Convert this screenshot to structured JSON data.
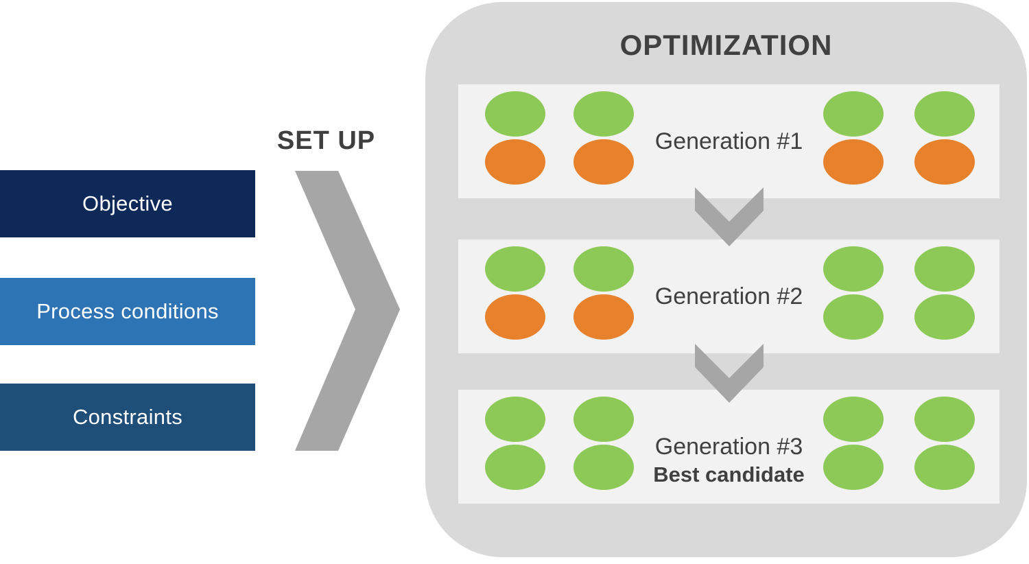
{
  "colors": {
    "background": "#ffffff",
    "panel_gray": "#d9d9d9",
    "row_bg": "#f2f2f2",
    "arrow_gray": "#a6a6a6",
    "green": "#8cc956",
    "orange": "#e8812c",
    "objective_navy": "#0e2858",
    "process_blue": "#2e74b5",
    "constraints_blue": "#1f4e79",
    "dark_text": "#404040",
    "white_text": "#ffffff"
  },
  "setup": {
    "label": "SET UP",
    "inputs": [
      {
        "id": "objective",
        "label": "Objective"
      },
      {
        "id": "process-conditions",
        "label": "Process conditions"
      },
      {
        "id": "constraints",
        "label": "Constraints"
      }
    ]
  },
  "optimization": {
    "title": "OPTIMIZATION",
    "generations": [
      {
        "label": "Generation #1",
        "sublabel": "",
        "columns": [
          [
            "green",
            "orange"
          ],
          [
            "green",
            "orange"
          ],
          [
            "green",
            "orange"
          ],
          [
            "green",
            "orange"
          ]
        ]
      },
      {
        "label": "Generation #2",
        "sublabel": "",
        "columns": [
          [
            "green",
            "orange"
          ],
          [
            "green",
            "orange"
          ],
          [
            "green",
            "green"
          ],
          [
            "green",
            "green"
          ]
        ]
      },
      {
        "label": "Generation #3",
        "sublabel": "Best candidate",
        "columns": [
          [
            "green",
            "green"
          ],
          [
            "green",
            "green"
          ],
          [
            "green",
            "green"
          ],
          [
            "green",
            "green"
          ]
        ]
      }
    ]
  }
}
